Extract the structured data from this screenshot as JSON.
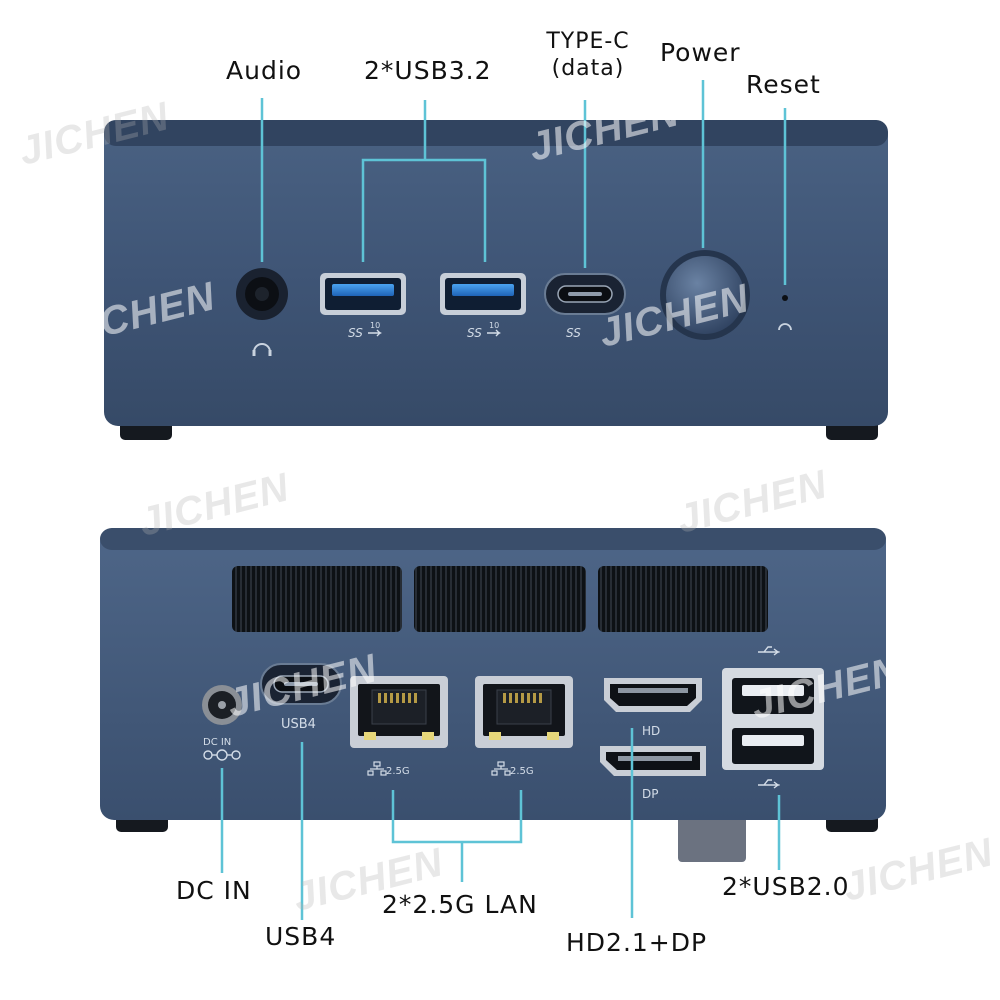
{
  "labels": {
    "audio": "Audio",
    "usb32": "2*USB3.2",
    "typec_line1": "TYPE-C",
    "typec_line2": "(data)",
    "power": "Power",
    "reset": "Reset",
    "dc_in": "DC IN",
    "usb4": "USB4",
    "lan": "2*2.5G LAN",
    "hd_dp": "HD2.1+DP",
    "usb20": "2*USB2.0"
  },
  "port_marks": {
    "usb4": "USB4",
    "dc_in": "DC IN",
    "lan_speed": "2.5G",
    "hd": "HD",
    "dp": "DP",
    "ss": "SS",
    "ss_num": "10"
  },
  "watermark": "JICHEN",
  "colors": {
    "chassis": "#3e5473",
    "chassis_top": "#33465f",
    "leader_line": "#5ec3d6",
    "port_blue": "#2d7fd0",
    "vent": "#101418"
  }
}
